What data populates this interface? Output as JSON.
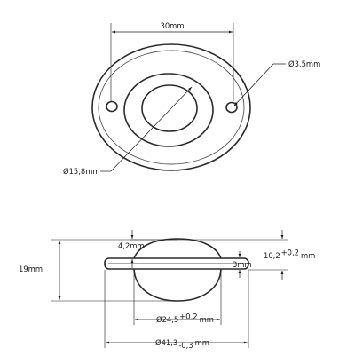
{
  "top_view": {
    "hole_spacing": "30mm",
    "hole_diameter": "Ø3,5mm",
    "ball_diameter": "Ø15,8mm"
  },
  "side_view": {
    "overall_height": "19mm",
    "ball_protrusion": "4,2mm",
    "flange_thickness": "3mm",
    "flange_offset": {
      "main": "10,2",
      "tolerance": "+0,2",
      "unit": "mm"
    },
    "housing_diameter": {
      "main": "Ø24,5",
      "tolerance": "+0,2",
      "unit": "mm"
    },
    "flange_diameter": {
      "main": "Ø41,3",
      "tolerance": "-0,3",
      "unit": "mm"
    }
  }
}
